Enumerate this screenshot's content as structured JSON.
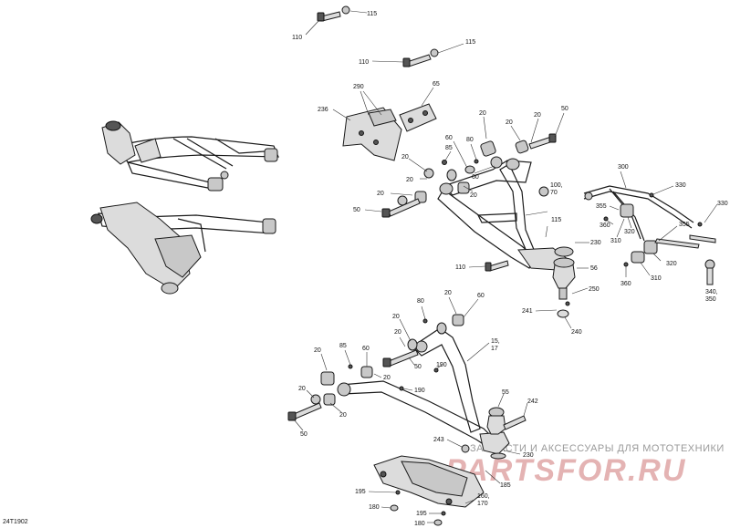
{
  "drawing_ref": "24T1902",
  "callouts": {
    "c110_a": "110",
    "c115_a": "115",
    "c110_b": "110",
    "c115_b": "115",
    "c65": "65",
    "c290": "290",
    "c236": "236",
    "c20_a": "20",
    "c20_b": "20",
    "c50_a": "50",
    "c20_c": "20",
    "c85_a": "85",
    "c60_a": "60",
    "c80_a": "80",
    "c20_d": "20",
    "c60_b": "60",
    "c20_e": "20",
    "c20_f": "20",
    "c20_g": "20",
    "c50_b": "50",
    "c100_70": "100,\n70",
    "c100_70_l1": "100,",
    "c100_70_l2": "70",
    "c115_c": "115",
    "c230_a": "230",
    "c110_c": "110",
    "c56": "56",
    "c250": "250",
    "c241": "241",
    "c240": "240",
    "c300": "300",
    "c330_a": "330",
    "c330_b": "330",
    "c355_a": "355",
    "c360_a": "360",
    "c320_a": "320",
    "c310_a": "310",
    "c355_b": "355",
    "c320_b": "320",
    "c360_b": "360",
    "c310_b": "310",
    "c340_350_l1": "340,",
    "c340_350_l2": "350",
    "c80_b": "80",
    "c20_h": "20",
    "c60_c": "60",
    "c15_17_l1": "15,",
    "c15_17_l2": "17",
    "c20_i": "20",
    "c85_b": "85",
    "c60_d": "60",
    "c20_j": "20",
    "c50_c": "50",
    "c190_a": "190",
    "c20_k": "20",
    "c20_l": "20",
    "c190_b": "190",
    "c20_m": "20",
    "c20_n": "20",
    "c50_d": "50",
    "c55": "55",
    "c242": "242",
    "c243": "243",
    "c230_b": "230",
    "c185": "185",
    "c160_170_l1": "160,",
    "c160_170_l2": "170",
    "c195_a": "195",
    "c180_a": "180",
    "c195_b": "195",
    "c180_b": "180"
  },
  "watermark": {
    "line1": "ЗАПЧАСТИ И АКСЕССУАРЫ ДЛЯ МОТОТЕХНИКИ",
    "line2": "PARTSFOR.RU"
  },
  "colors": {
    "watermark_red": "#e4b3b3",
    "line": "#1a1a1a"
  }
}
